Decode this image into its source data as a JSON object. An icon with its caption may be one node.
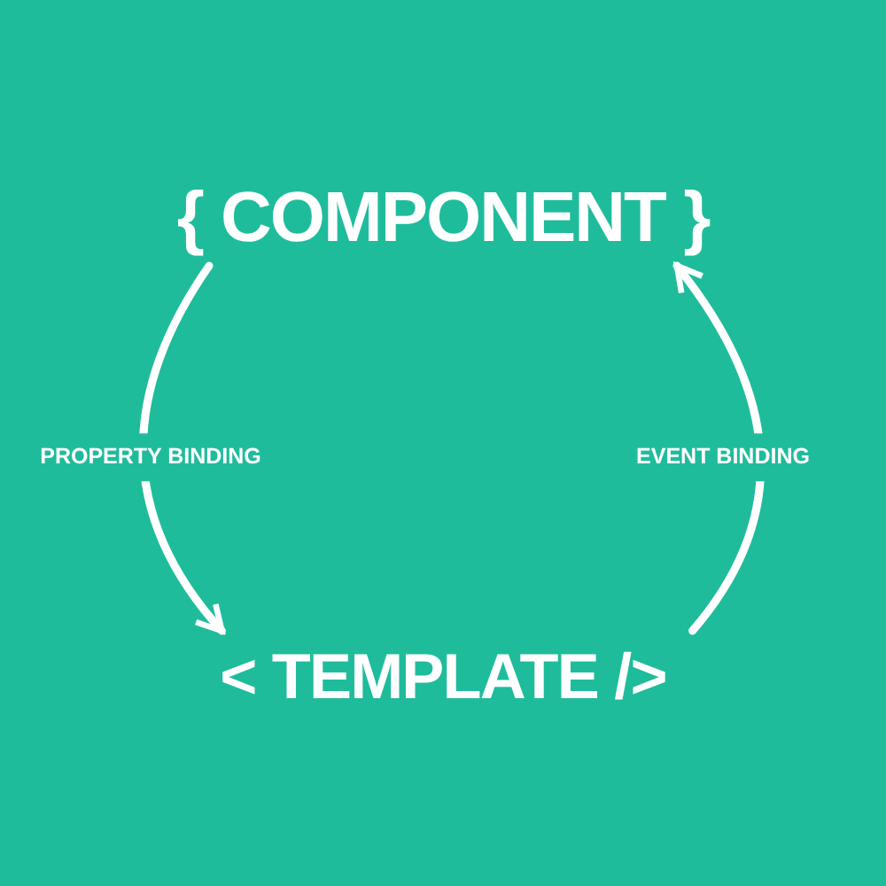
{
  "diagram": {
    "nodes": [
      {
        "text": [
          "{ COMPONENT }"
        ]
      },
      {
        "text": [
          "< TEMPLATE />"
        ]
      }
    ],
    "edges": [
      {
        "from": 0,
        "to": 1,
        "arrow": "to",
        "label": "PROPERTY BINDING"
      },
      {
        "from": 1,
        "to": 0,
        "arrow": "to",
        "label": "EVENT BINDING"
      }
    ]
  }
}
